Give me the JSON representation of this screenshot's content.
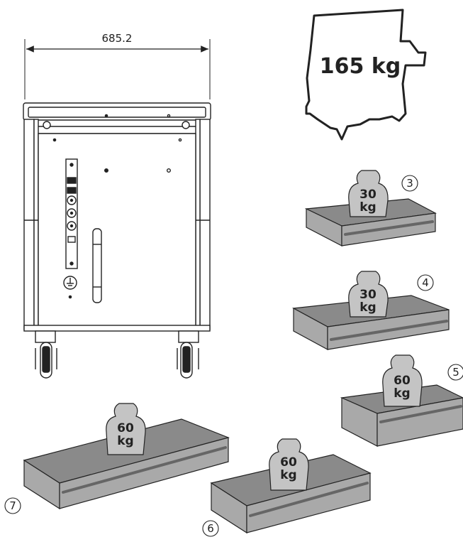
{
  "dimension": {
    "width_label": "685.2"
  },
  "cabinet": {
    "max_load_label": "165 kg"
  },
  "drawers": [
    {
      "number": "3",
      "load_line1": "30",
      "load_line2": "kg"
    },
    {
      "number": "4",
      "load_line1": "30",
      "load_line2": "kg"
    },
    {
      "number": "5",
      "load_line1": "60",
      "load_line2": "kg"
    },
    {
      "number": "6",
      "load_line1": "60",
      "load_line2": "kg"
    },
    {
      "number": "7",
      "load_line1": "60",
      "load_line2": "kg"
    }
  ],
  "colors": {
    "line": "#222222",
    "drawer_gray": "#a7a7a7",
    "drawer_dark": "#6f6f6f",
    "weight_gray": "#bdbdbd"
  }
}
